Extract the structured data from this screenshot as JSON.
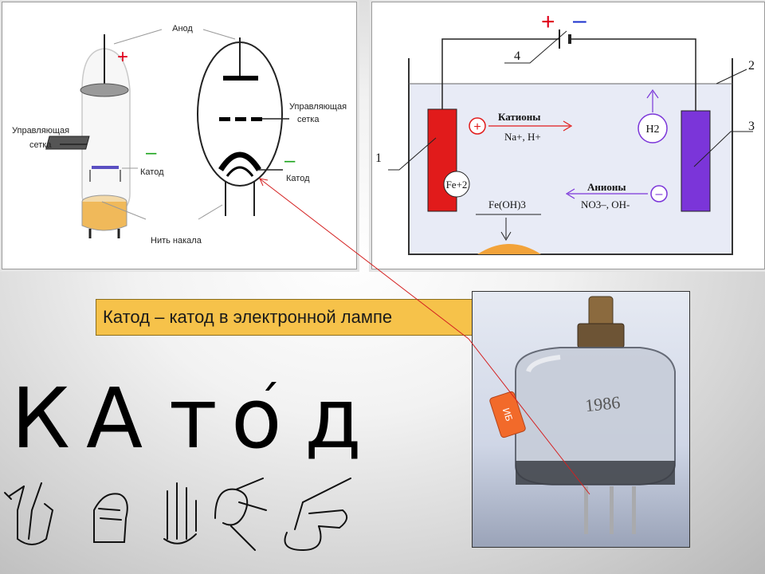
{
  "tube_diagram": {
    "anode_label": "Анод",
    "grid_label": "Управляющая сетка",
    "grid_label_line1": "Управляющая",
    "grid_label_line2": "сетка",
    "cathode_label": "Катод",
    "filament_label": "Нить накала",
    "plus_sign": "+",
    "minus_sign": "–"
  },
  "electrolysis_diagram": {
    "plus_sign": "+",
    "minus_sign": "–",
    "numbers": [
      "1",
      "2",
      "3",
      "4"
    ],
    "cations_label": "Катионы",
    "cations_ions": "Na+, H+",
    "anions_label": "Анионы",
    "anions_ions": "NO3–, OH-",
    "fe_ion": "Fe+2",
    "h2": "H2",
    "precipitate": "Fe(OH)3",
    "colors": {
      "anode": "#e11b1b",
      "cathode": "#7b35d9",
      "liquid": "#e8ebf6",
      "sediment": "#f2a33a"
    }
  },
  "callout": {
    "text": "Катод – катод в электронной лампе"
  },
  "word": {
    "letters": [
      "К",
      "А",
      "т",
      "о",
      "д"
    ],
    "stress_mark": "´"
  },
  "photo": {
    "glass_marking": "1986",
    "tag_marking": "ИБ"
  }
}
